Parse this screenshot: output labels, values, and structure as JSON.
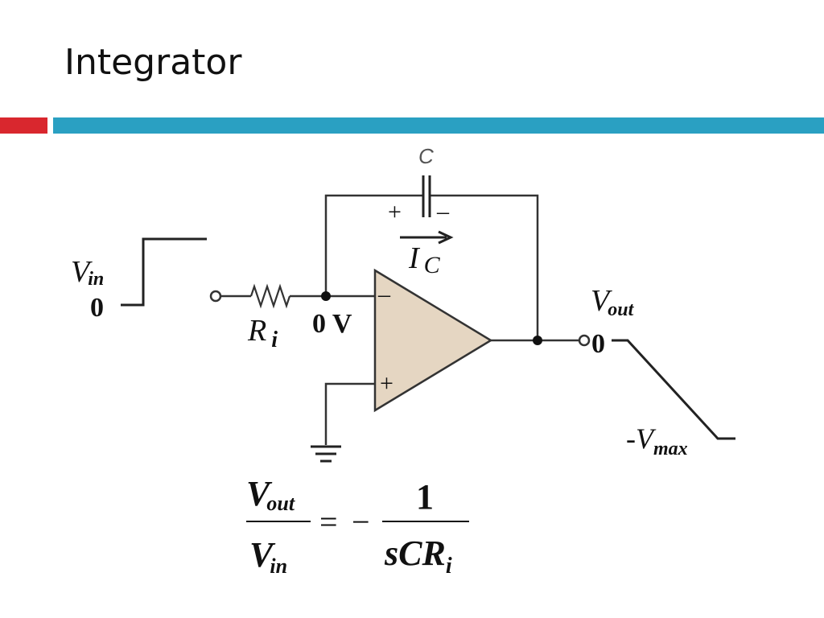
{
  "slide": {
    "title": "Integrator",
    "accent_red": "#d9272e",
    "accent_blue": "#2aa0c2"
  },
  "circuit": {
    "opamp_fill": "#e5d6c2",
    "capacitor_label": "C",
    "cap_plus": "+",
    "cap_minus": "–",
    "current_label": "I",
    "current_sub": "C",
    "resistor_label": "R",
    "resistor_sub": "i",
    "node_voltage": "0 V",
    "inverting_sign": "–",
    "noninverting_sign": "+",
    "input_label": "V",
    "input_sub": "in",
    "input_zero": "0",
    "output_label": "V",
    "output_sub": "out",
    "output_zero": "0",
    "output_min": "-V",
    "output_min_sub": "max"
  },
  "formula": {
    "num_left": "V",
    "num_left_sub": "out",
    "den_left": "V",
    "den_left_sub": "in",
    "equals": "=",
    "minus": "−",
    "num_right": "1",
    "den_right": "sCR",
    "den_right_sub": "i"
  }
}
